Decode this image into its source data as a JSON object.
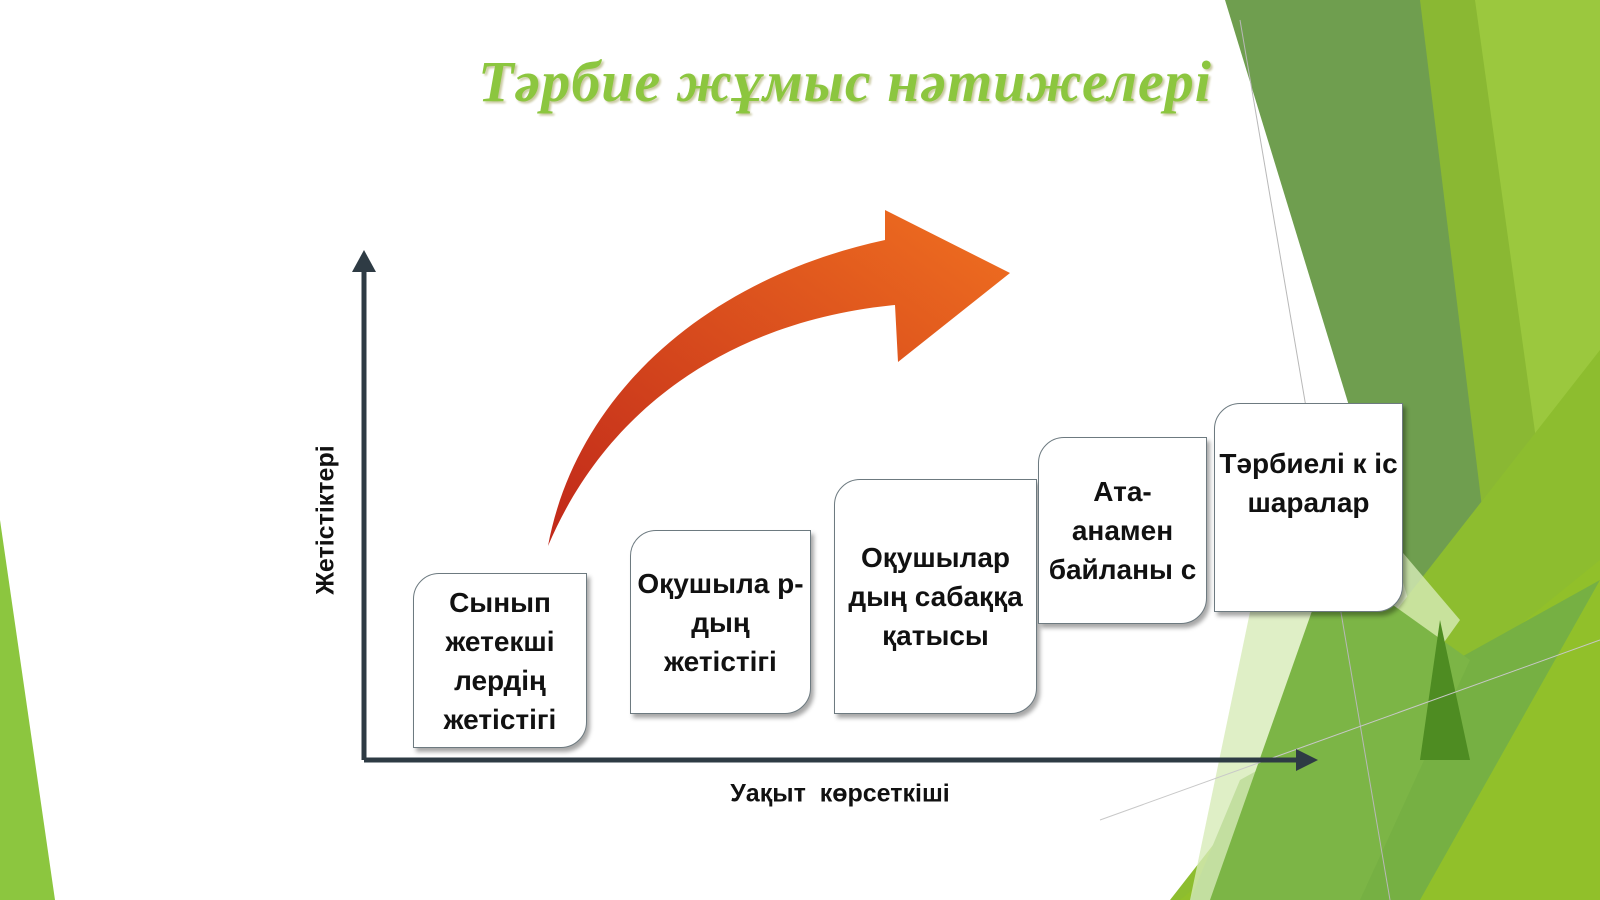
{
  "title": "Тәрбие жұмыс нәтижелері",
  "axes": {
    "y_label": "Жетістіктері",
    "x_label": "Уақыт  көрсеткіші"
  },
  "steps": [
    {
      "label": "Сынып жетекші лердің жетістігі"
    },
    {
      "label": "Оқушыла р-дың жетістігі"
    },
    {
      "label": "Оқушылар дың сабаққа қатысы"
    },
    {
      "label": "Ата-анамен байланы с"
    },
    {
      "label": "Тәрбиелі к іс шаралар"
    }
  ],
  "colors": {
    "title": "#8cc63f",
    "arrow": "#e8601c",
    "axis": "#2e3b44"
  }
}
